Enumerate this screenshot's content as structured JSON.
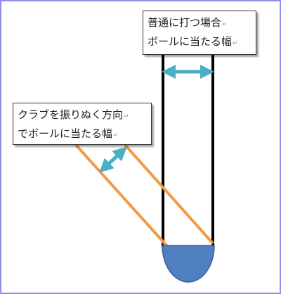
{
  "callouts": {
    "normal": {
      "line1": "普通に打つ場合",
      "line2": "ボールに当たる幅"
    },
    "swing": {
      "line1": "クラブを振りぬく方向",
      "line2": "でボールに当たる幅"
    },
    "paragraph_mark": "↵"
  },
  "colors": {
    "frame": "#8f8ff0",
    "vertical_lines": "#000000",
    "diagonal_lines": "#f39a45",
    "arrows": "#4aaec4",
    "ball_fill": "#4f7fc0",
    "ball_stroke": "#3a5f95"
  }
}
